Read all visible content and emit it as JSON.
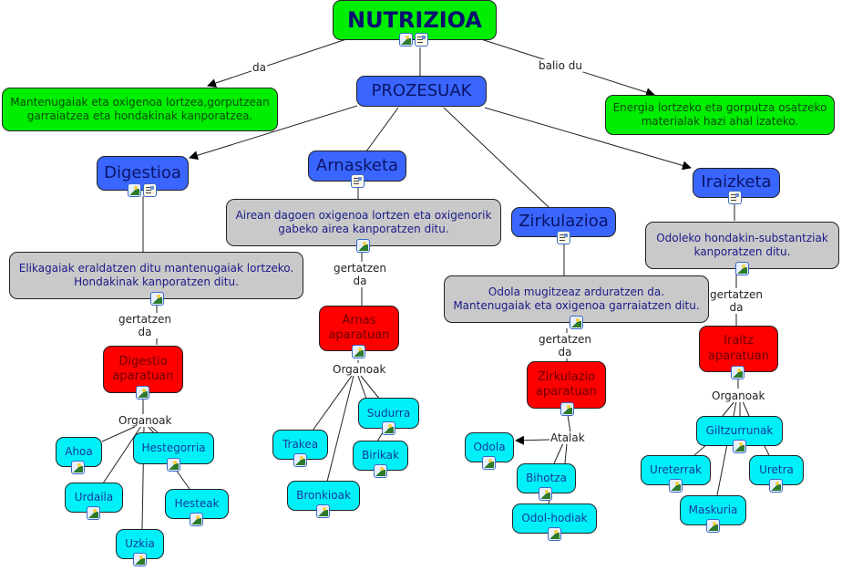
{
  "map": {
    "root": "NUTRIZIOA",
    "definition": "Mantenugaiak eta oxigenoa lortzea,gorputzean garraiatzea eta hondakinak kanporatzea.",
    "value": "Energia lortzeko eta gorputza osatzeko materialak hazi ahal izateko.",
    "processes_title": "PROZESUAK",
    "link_da": "da",
    "link_balio_du": "balio du",
    "link_gertatzen": "gertatzen",
    "link_gertatzen_da": "da",
    "link_organoak": "Organoak",
    "link_atalak": "Atalak"
  },
  "processes": {
    "digestioa": {
      "name": "Digestioa",
      "desc_l1": "Elikagaiak eraldatzen ditu mantenugaiak lortzeko.",
      "desc_l2": "Hondakinak kanporatzen ditu.",
      "apparatus_l1": "Digestio",
      "apparatus_l2": "aparatuan",
      "organs": [
        "Ahoa",
        "Hestegorria",
        "Urdaila",
        "Hesteak",
        "Uzkia"
      ]
    },
    "arnasketa": {
      "name": "Arnasketa",
      "desc_l1": "Airean dagoen oxigenoa lortzen eta oxigenorik",
      "desc_l2": "gabeko airea kanporatzen ditu.",
      "apparatus_l1": "Arnas",
      "apparatus_l2": "aparatuan",
      "organs": [
        "Sudurra",
        "Trakea",
        "Birikak",
        "Bronkioak"
      ]
    },
    "zirkulazioa": {
      "name": "Zirkulazioa",
      "desc_l1": "Odola mugitzeaz arduratzen da.",
      "desc_l2": "Mantenugaiak eta oxigenoa garraiatzen ditu.",
      "apparatus_l1": "Zirkulazio",
      "apparatus_l2": "aparatuan",
      "organs": [
        "Odola",
        "Bihotza",
        "Odol-hodiak"
      ]
    },
    "iraizketa": {
      "name": "Iraizketa",
      "desc_l1": "Odoleko hondakin-substantziak",
      "desc_l2": "kanporatzen ditu.",
      "apparatus_l1": "Iraitz",
      "apparatus_l2": "aparatuan",
      "organs": [
        "Giltzurrunak",
        "Ureterrak",
        "Uretra",
        "Maskuria"
      ]
    }
  },
  "colors": {
    "root": "#00ee00",
    "process": "#3a66ff",
    "description": "#c9c9c9",
    "apparatus": "#ff0000",
    "organ": "#00f0f8"
  }
}
